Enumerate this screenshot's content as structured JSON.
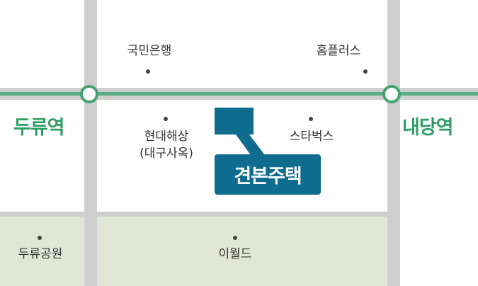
{
  "colors": {
    "road": "#cfcfcf",
    "metro_line": "#5aae82",
    "station_ring": "#46a271",
    "station_text": "#2f9d66",
    "park_block": "#e2e6d7",
    "highlight": "#0f6c8f",
    "label_text": "#333333"
  },
  "stations": {
    "left": "두류역",
    "right": "내당역"
  },
  "pois": {
    "kookmin_bank": "국민은행",
    "homeplus": "홈플러스",
    "hyundai_marine_line1": "현대해상",
    "hyundai_marine_line2": "(대구사옥)",
    "starbucks": "스타벅스",
    "duryu_park": "두류공원",
    "emart": "이월드"
  },
  "target": {
    "label": "견본주택"
  }
}
